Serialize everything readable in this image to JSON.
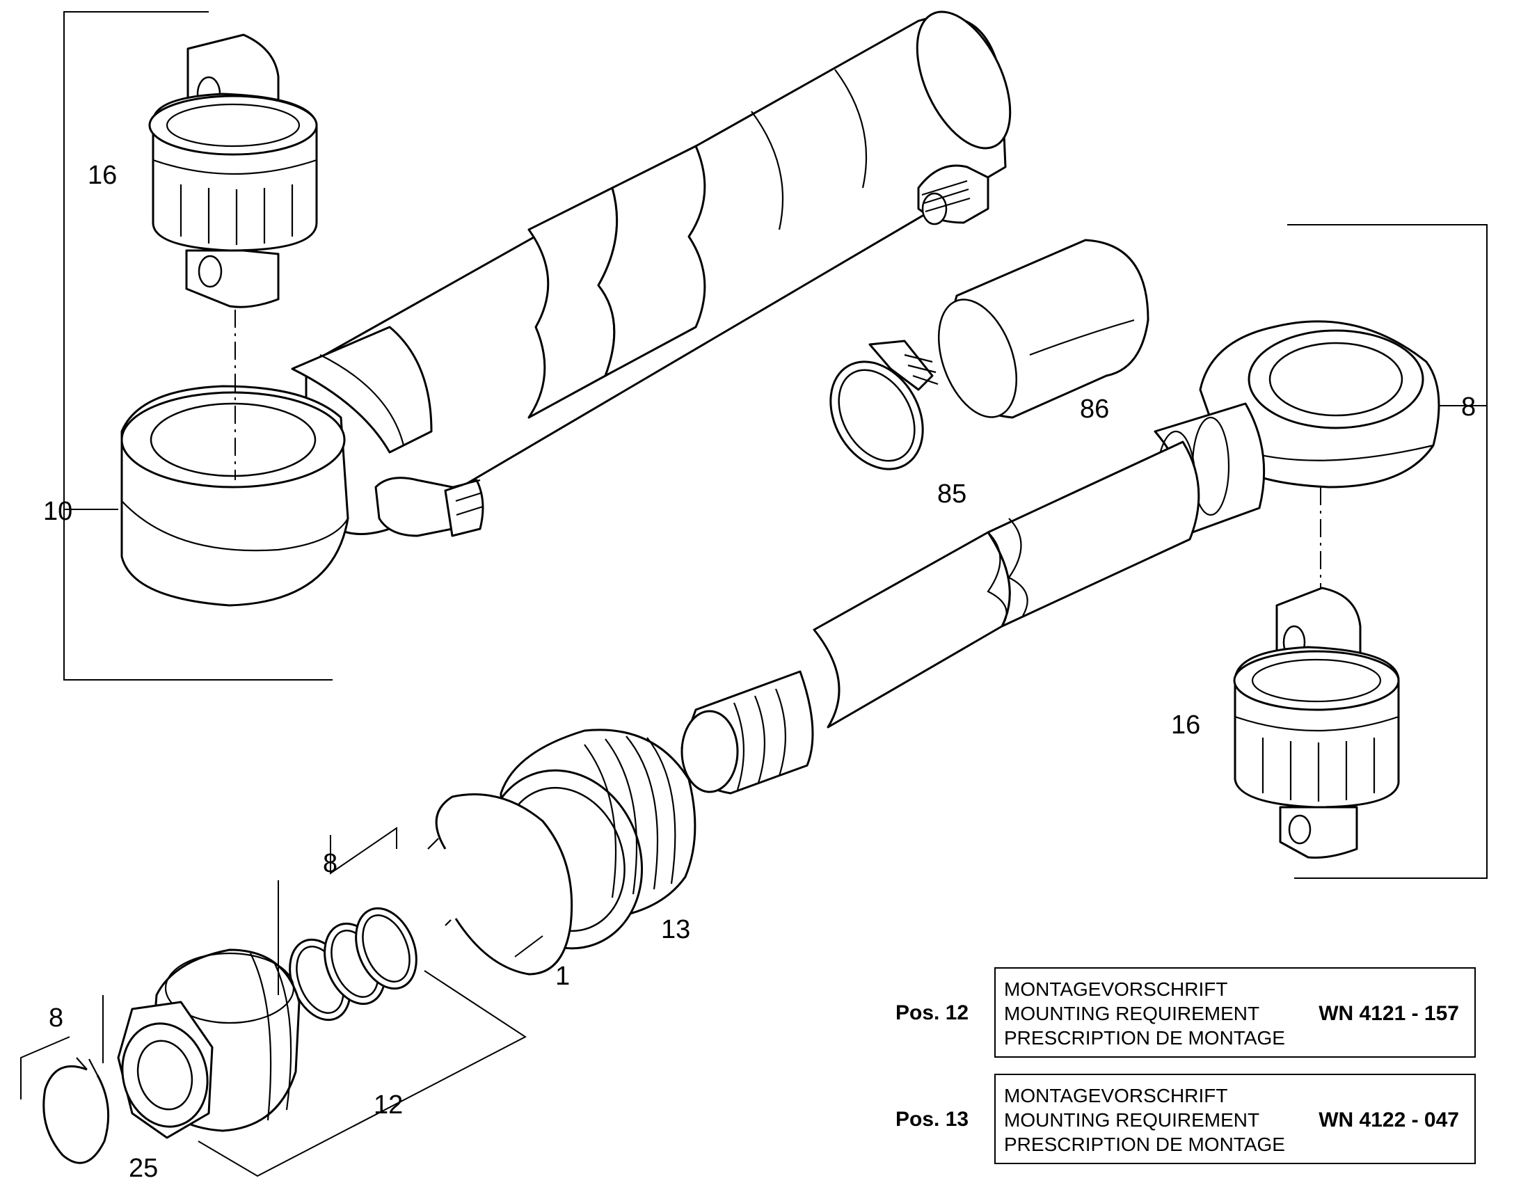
{
  "callouts": {
    "c16_top": "16",
    "c10": "10",
    "c86": "86",
    "c85": "85",
    "c8_right": "8",
    "c16_right": "16",
    "c13": "13",
    "c1": "1",
    "c8_mid": "8",
    "c12": "12",
    "c8_left": "8",
    "c25": "25"
  },
  "requirements": [
    {
      "pos": "Pos. 12",
      "lines": [
        "MONTAGEVORSCHRIFT",
        "MOUNTING REQUIREMENT",
        "PRESCRIPTION DE MONTAGE"
      ],
      "code": "WN 4121 - 157"
    },
    {
      "pos": "Pos. 13",
      "lines": [
        "MONTAGEVORSCHRIFT",
        "MOUNTING REQUIREMENT",
        "PRESCRIPTION DE MONTAGE"
      ],
      "code": "WN 4122 - 047"
    }
  ]
}
